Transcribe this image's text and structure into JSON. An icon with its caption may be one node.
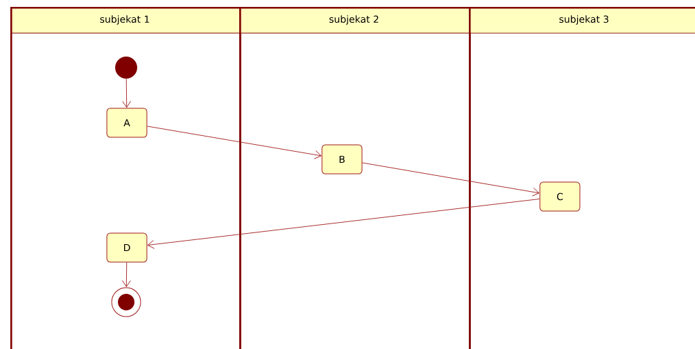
{
  "diagram": {
    "nodes": [
      {
        "text": [
          "subjekat 1"
        ]
      },
      {
        "text": [
          "subjekat 2"
        ]
      },
      {
        "text": [
          "subjekat 3"
        ]
      },
      {
        "text": [],
        "shape": "circle",
        "in": 0
      },
      {
        "text": [
          "A"
        ],
        "in": 0
      },
      {
        "text": [
          "B"
        ],
        "in": 1
      },
      {
        "text": [
          "C"
        ],
        "in": 2
      },
      {
        "text": [
          "D"
        ],
        "in": 0
      },
      {
        "text": [],
        "shape": "bullseye",
        "in": 0
      }
    ],
    "edges": [
      {
        "from": 3,
        "to": 4,
        "arrow": "to"
      },
      {
        "from": 4,
        "to": 5,
        "arrow": "to"
      },
      {
        "from": 5,
        "to": 6,
        "arrow": "to"
      },
      {
        "from": 6,
        "to": 7,
        "arrow": "to"
      },
      {
        "from": 7,
        "to": 8,
        "arrow": "to"
      }
    ]
  }
}
